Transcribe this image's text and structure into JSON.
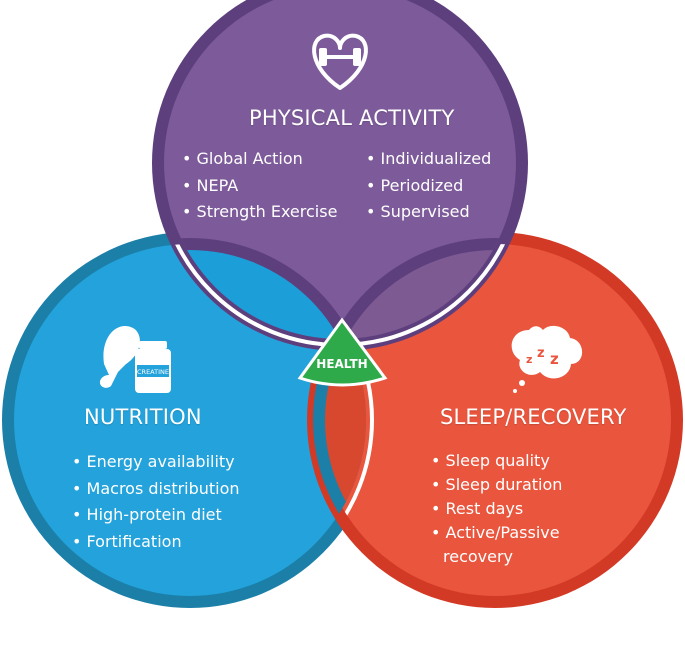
{
  "center_label": "HEALTH",
  "physical_activity": {
    "title": "PHYSICAL ACTIVITY",
    "left_items": [
      "Global Action",
      "NEPA",
      "Strength Exercise"
    ],
    "right_items": [
      "Individualized",
      "Periodized",
      "Supervised"
    ],
    "icon": "heart-dumbbell-icon",
    "color": "#7D5A9A"
  },
  "nutrition": {
    "title": "NUTRITION",
    "items": [
      "Energy availability",
      "Macros distribution",
      "High-protein diet",
      "Fortification"
    ],
    "icons": [
      "chicken-leg-icon",
      "supplement-jar-icon"
    ],
    "jar_label": "CREATINE",
    "color": "#23A2DB"
  },
  "sleep_recovery": {
    "title": "SLEEP/RECOVERY",
    "items": [
      "Sleep quality",
      "Sleep duration",
      "Rest days"
    ],
    "wrapped_item": [
      "Active/Passive",
      "recovery"
    ],
    "icon": "sleep-cloud-zzz-icon",
    "color": "#E9553D"
  }
}
